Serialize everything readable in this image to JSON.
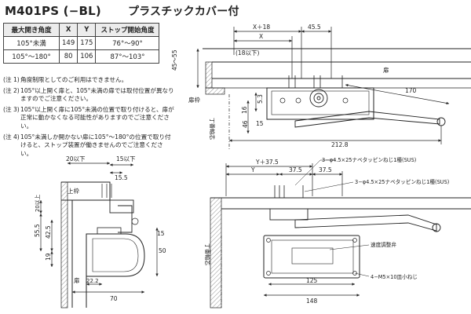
{
  "header": {
    "model": "M401PS (−BL)",
    "subtitle": "プラスチックカバー付"
  },
  "spec_table": {
    "columns": [
      "最大開き角度",
      "X",
      "Y",
      "ストップ開始角度"
    ],
    "rows": [
      [
        "105°未満",
        "149",
        "175",
        "76°〜90°"
      ],
      [
        "105°〜180°",
        "80",
        "106",
        "87°〜103°"
      ]
    ]
  },
  "notes": [
    {
      "label": "(注 1)",
      "text": "角度制限としてのご利用はできません。"
    },
    {
      "label": "(注 2)",
      "text": "105°以上開く扉と、105°未満の扉では取付位置が異なりますのでご注意ください。"
    },
    {
      "label": "(注 3)",
      "text": "105°以上開く扉に105°未満の位置で取り付けると、扉が正常に動かなくなる可能性がありますのでご注意ください。"
    },
    {
      "label": "(注 4)",
      "text": "105°未満しか開かない扉に105°〜180°の位置で取り付けると、ストップ装置が働きませんのでご注意ください。"
    }
  ],
  "top_drawing": {
    "dim_x18": "X＋18",
    "dim_45_5": "45.5",
    "dim_x": "X",
    "dim_18max": "(18以下)",
    "dim_45_55": "45〜55",
    "label_door": "扉",
    "label_jamb": "扉枠",
    "dim_170": "170",
    "dim_5_3": "5.3",
    "dim_16": "16",
    "dim_46": "46",
    "dim_15": "15",
    "label_hinge_axis": "丁番軸芯",
    "dim_212_8": "212.8"
  },
  "side_drawing": {
    "dim_20max": "20以下",
    "dim_15max": "15以下",
    "label_frame": "上枠",
    "dim_15_5": "15.5",
    "dim_20_min": "20以上",
    "dim_55_5": "55.5",
    "dim_42_5": "42.5",
    "dim_19": "19",
    "dim_50": "50",
    "dim_70": "70",
    "dim_22_2": "22.2",
    "label_door": "扉",
    "dim_15": "15"
  },
  "front_drawing": {
    "dim_y37_5": "Y＋37.5",
    "dim_y": "Y",
    "dim_37_5a": "37.5",
    "dim_37_5b": "37.5",
    "screw_sus_a": "3−φ4.5×25ナベタッピンねじ1種(SUS)",
    "screw_sus_b": "3−φ4.5×25ナベタッピンねじ1種(SUS)",
    "label_speed": "速度調整弁",
    "label_screw_m5": "4−M5×10皿小ねじ",
    "dim_125": "125",
    "dim_148": "148",
    "label_hinge_axis": "丁番軸芯"
  }
}
